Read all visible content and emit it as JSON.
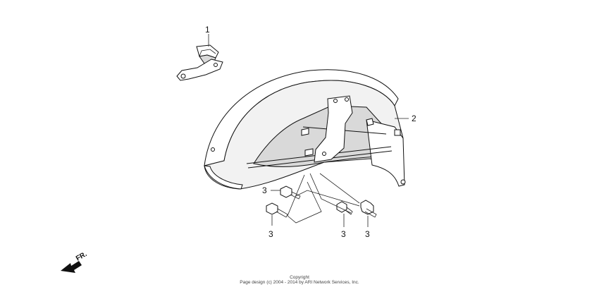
{
  "callouts": {
    "part_1": "1",
    "part_2": "2",
    "part_3a": "3",
    "part_3b": "3",
    "part_3c": "3",
    "part_3d": "3"
  },
  "direction": {
    "label": "FR.",
    "icon": "front-direction-arrow-icon"
  },
  "copyright": {
    "line1": "Copyright",
    "line2": "Page design (c) 2004 - 2014 by ARI Network Services, Inc."
  }
}
